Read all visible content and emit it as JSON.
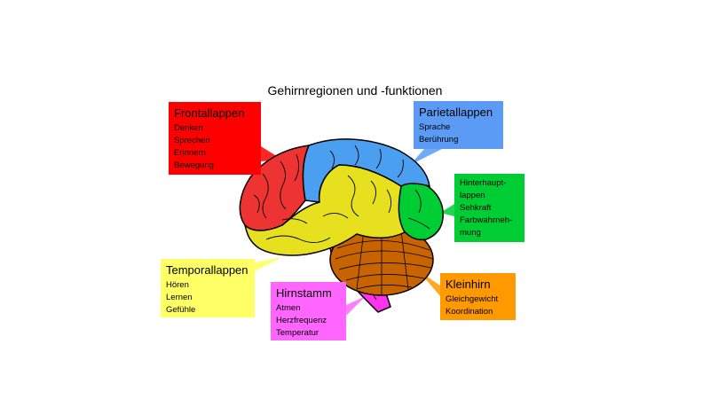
{
  "title": "Gehirnregionen und -funktionen",
  "regions": {
    "frontal": {
      "heading": "Frontallappen",
      "items": [
        "Denken",
        "Sprechen",
        "Erinnern",
        "Bewegung"
      ],
      "color": "#ff0000"
    },
    "parietal": {
      "heading": "Parietallappen",
      "items": [
        "Sprache",
        "Berührung"
      ],
      "color": "#5b9bf5"
    },
    "occipital": {
      "heading": "",
      "items": [
        "Hinterhaupt-",
        "lappen",
        "Sehkraft",
        "Farbwahrneh-",
        "mung"
      ],
      "color": "#00cc33"
    },
    "temporal": {
      "heading": "Temporallappen",
      "items": [
        "Hören",
        "Lernen",
        "Gefühle"
      ],
      "color": "#ffff66"
    },
    "brainstem": {
      "heading": "Hirnstamm",
      "items": [
        "Atmen",
        "Herzfrequenz",
        "Temperatur"
      ],
      "color": "#ff66ff"
    },
    "cerebellum": {
      "heading": "Kleinhirn",
      "items": [
        "Gleichgewicht",
        "Koordination"
      ],
      "color": "#ff9900"
    }
  }
}
